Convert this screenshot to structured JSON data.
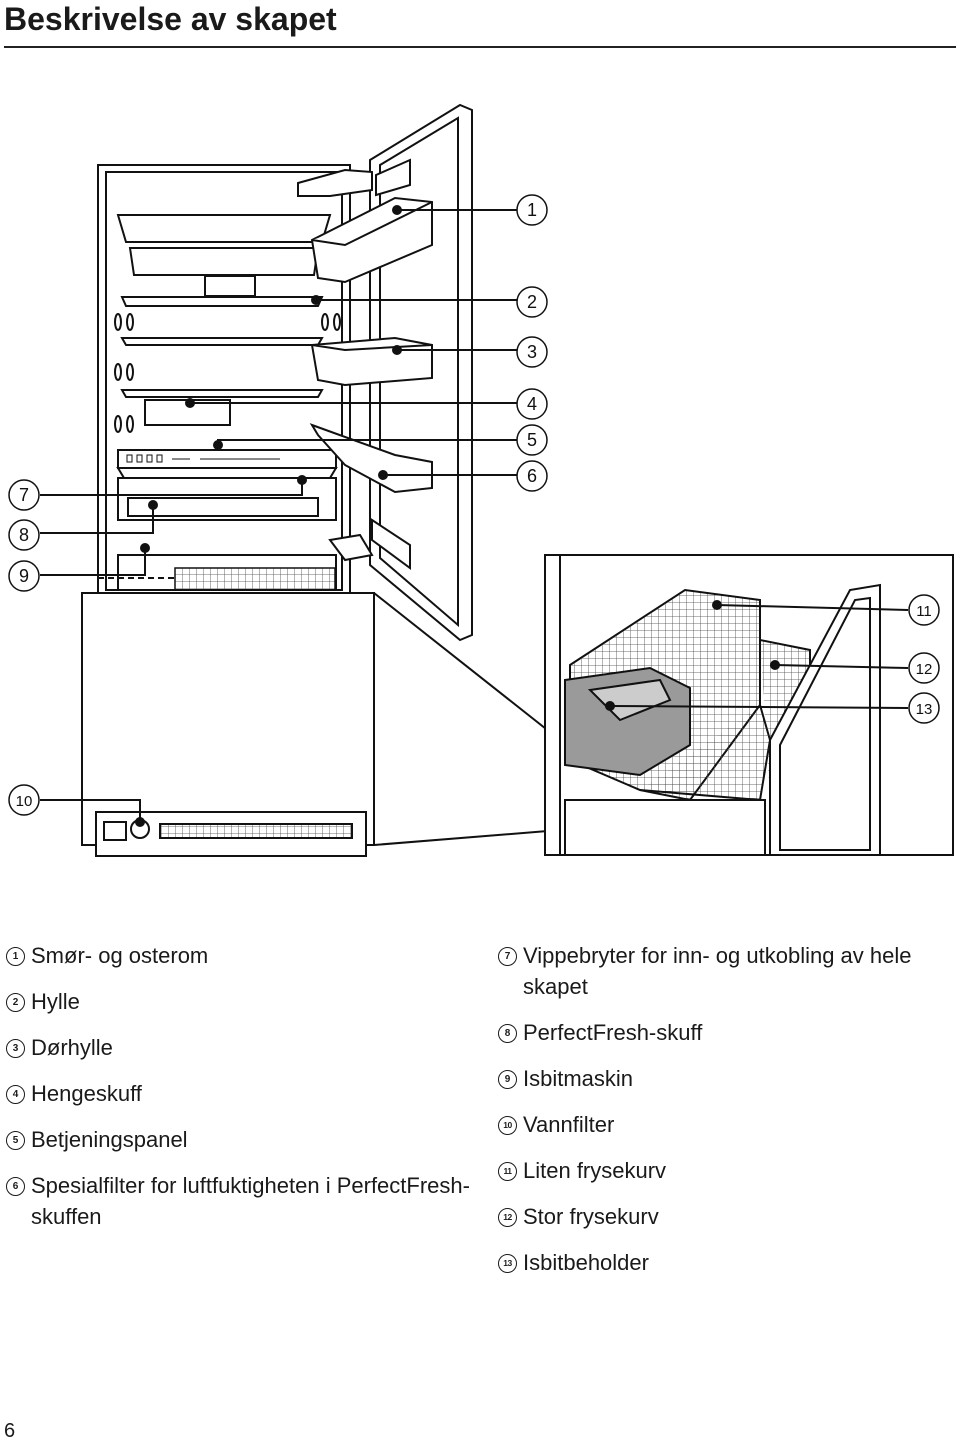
{
  "header": {
    "title": "Beskrivelse av skapet"
  },
  "callouts": [
    "1",
    "2",
    "3",
    "4",
    "5",
    "6",
    "7",
    "8",
    "9",
    "10",
    "11",
    "12",
    "13"
  ],
  "legend_left": [
    {
      "num": "1",
      "text": "Smør- og osterom"
    },
    {
      "num": "2",
      "text": "Hylle"
    },
    {
      "num": "3",
      "text": "Dørhylle"
    },
    {
      "num": "4",
      "text": "Hengeskuff"
    },
    {
      "num": "5",
      "text": "Betjeningspanel"
    },
    {
      "num": "6",
      "text": "Spesialfilter for luftfuktigheten i PerfectFresh-skuffen"
    }
  ],
  "legend_right": [
    {
      "num": "7",
      "text": "Vippebryter for inn- og utkobling av hele skapet"
    },
    {
      "num": "8",
      "text": "PerfectFresh-skuff"
    },
    {
      "num": "9",
      "text": "Isbitmaskin"
    },
    {
      "num": "10",
      "text": "Vannfilter"
    },
    {
      "num": "11",
      "text": "Liten frysekurv"
    },
    {
      "num": "12",
      "text": "Stor frysekurv"
    },
    {
      "num": "13",
      "text": "Isbitbeholder"
    }
  ],
  "footer": {
    "page_number": "6"
  }
}
